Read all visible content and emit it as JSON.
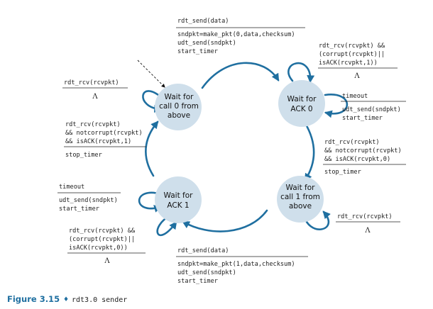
{
  "colors": {
    "state_fill": "#cfdfeb",
    "edge": "#1f6fa0",
    "figure_number": "#1f6fa0"
  },
  "states": {
    "wait_call0": [
      "Wait for",
      "call 0 from",
      "above"
    ],
    "wait_ack0": [
      "Wait for",
      "ACK 0"
    ],
    "wait_call1": [
      "Wait for",
      "call 1 from",
      "above"
    ],
    "wait_ack1": [
      "Wait for",
      "ACK 1"
    ]
  },
  "transitions": {
    "call0_to_ack0": {
      "event": [
        "rdt_send(data)"
      ],
      "actions": [
        "sndpkt=make_pkt(0,data,checksum)",
        "udt_send(sndpkt)",
        "start_timer"
      ]
    },
    "ack0_self_corrupt": {
      "event": [
        "rdt_rcv(rcvpkt) &&",
        "(corrupt(rcvpkt)||",
        "isACK(rcvpkt,1))"
      ],
      "action": "Λ"
    },
    "ack0_timeout": {
      "event": [
        "timeout"
      ],
      "actions": [
        "udt_send(sndpkt)",
        "start_timer"
      ]
    },
    "ack0_to_call1": {
      "event": [
        "rdt_rcv(rcvpkt)",
        "&& notcorrupt(rcvpkt)",
        "&& isACK(rcvpkt,0)"
      ],
      "actions": [
        "stop_timer"
      ]
    },
    "call1_self": {
      "event": [
        "rdt_rcv(rcvpkt)"
      ],
      "action": "Λ"
    },
    "call1_to_ack1": {
      "event": [
        "rdt_send(data)"
      ],
      "actions": [
        "sndpkt=make_pkt(1,data,checksum)",
        "udt_send(sndpkt)",
        "start_timer"
      ]
    },
    "ack1_self_corrupt": {
      "event": [
        "rdt_rcv(rcvpkt) &&",
        "(corrupt(rcvpkt)||",
        "isACK(rcvpkt,0))"
      ],
      "action": "Λ"
    },
    "ack1_timeout": {
      "event": [
        "timeout"
      ],
      "actions": [
        "udt_send(sndpkt)",
        "start_timer"
      ]
    },
    "ack1_to_call0": {
      "event": [
        "rdt_rcv(rcvpkt)",
        "&& notcorrupt(rcvpkt)",
        "&& isACK(rcvpkt,1)"
      ],
      "actions": [
        "stop_timer"
      ]
    },
    "call0_self": {
      "event": [
        "rdt_rcv(rcvpkt)"
      ],
      "action": "Λ"
    }
  },
  "caption": {
    "number": "Figure 3.15",
    "separator": "♦",
    "text": "rdt3.0 sender"
  }
}
